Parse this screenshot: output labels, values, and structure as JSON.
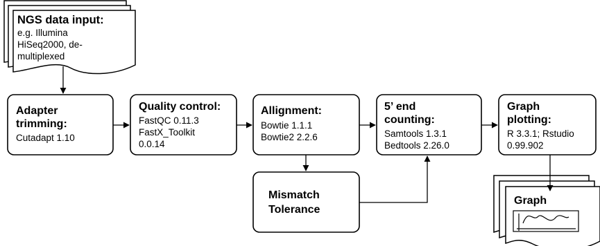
{
  "input_doc": {
    "title": "NGS data input:",
    "lines": [
      "e.g. Illumina",
      "HiSeq2000, de-",
      "multiplexed"
    ]
  },
  "steps": [
    {
      "title_lines": [
        "Adapter",
        "trimming:"
      ],
      "tool_lines": [
        "Cutadapt 1.10"
      ]
    },
    {
      "title_lines": [
        "Quality control:"
      ],
      "tool_lines": [
        "FastQC 0.11.3",
        "FastX_Toolkit",
        "0.0.14"
      ]
    },
    {
      "title_lines": [
        "Allignment:"
      ],
      "tool_lines": [
        "Bowtie 1.1.1",
        "Bowtie2 2.2.6"
      ]
    },
    {
      "title_lines": [
        "5’ end",
        "counting:"
      ],
      "tool_lines": [
        "Samtools 1.3.1",
        "Bedtools 2.26.0"
      ]
    },
    {
      "title_lines": [
        "Graph",
        "plotting:"
      ],
      "tool_lines": [
        "R 3.3.1; Rstudio",
        "0.99.902"
      ]
    }
  ],
  "mismatch": {
    "lines": [
      "Mismatch",
      "Tolerance"
    ]
  },
  "output_doc": {
    "title": "Graph"
  }
}
